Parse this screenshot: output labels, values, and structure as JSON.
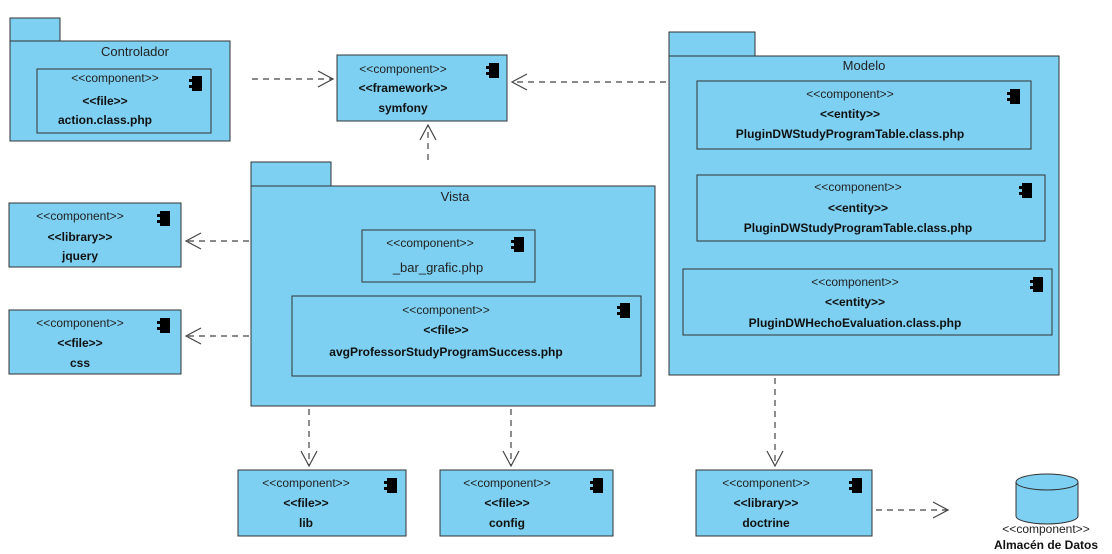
{
  "packages": {
    "controlador": "Controlador",
    "vista": "Vista",
    "modelo": "Modelo"
  },
  "components": {
    "action": {
      "stereo1": "<<component>>",
      "stereo2": "<<file>>",
      "name": "action.class.php"
    },
    "symfony": {
      "stereo1": "<<component>>",
      "stereo2": "<<framework>>",
      "name": "symfony"
    },
    "jquery": {
      "stereo1": "<<component>>",
      "stereo2": "<<library>>",
      "name": "jquery"
    },
    "css": {
      "stereo1": "<<component>>",
      "stereo2": "<<file>>",
      "name": "css"
    },
    "bar_grafic": {
      "stereo1": "<<component>>",
      "name": "_bar_grafic.php"
    },
    "avg": {
      "stereo1": "<<component>>",
      "stereo2": "<<file>>",
      "name": "avgProfessorStudyProgramSuccess.php"
    },
    "m1": {
      "stereo1": "<<component>>",
      "stereo2": "<<entity>>",
      "name": "PluginDWStudyProgramTable.class.php"
    },
    "m2": {
      "stereo1": "<<component>>",
      "stereo2": "<<entity>>",
      "name": "PluginDWStudyProgramTable.class.php"
    },
    "m3": {
      "stereo1": "<<component>>",
      "stereo2": "<<entity>>",
      "name": "PluginDWHechoEvaluation.class.php"
    },
    "lib": {
      "stereo1": "<<component>>",
      "stereo2": "<<file>>",
      "name": "lib"
    },
    "config": {
      "stereo1": "<<component>>",
      "stereo2": "<<file>>",
      "name": "config"
    },
    "doctrine": {
      "stereo1": "<<component>>",
      "stereo2": "<<library>>",
      "name": "doctrine"
    },
    "datastore": {
      "stereo1": "<<component>>",
      "name": "Almacén de Datos"
    }
  }
}
